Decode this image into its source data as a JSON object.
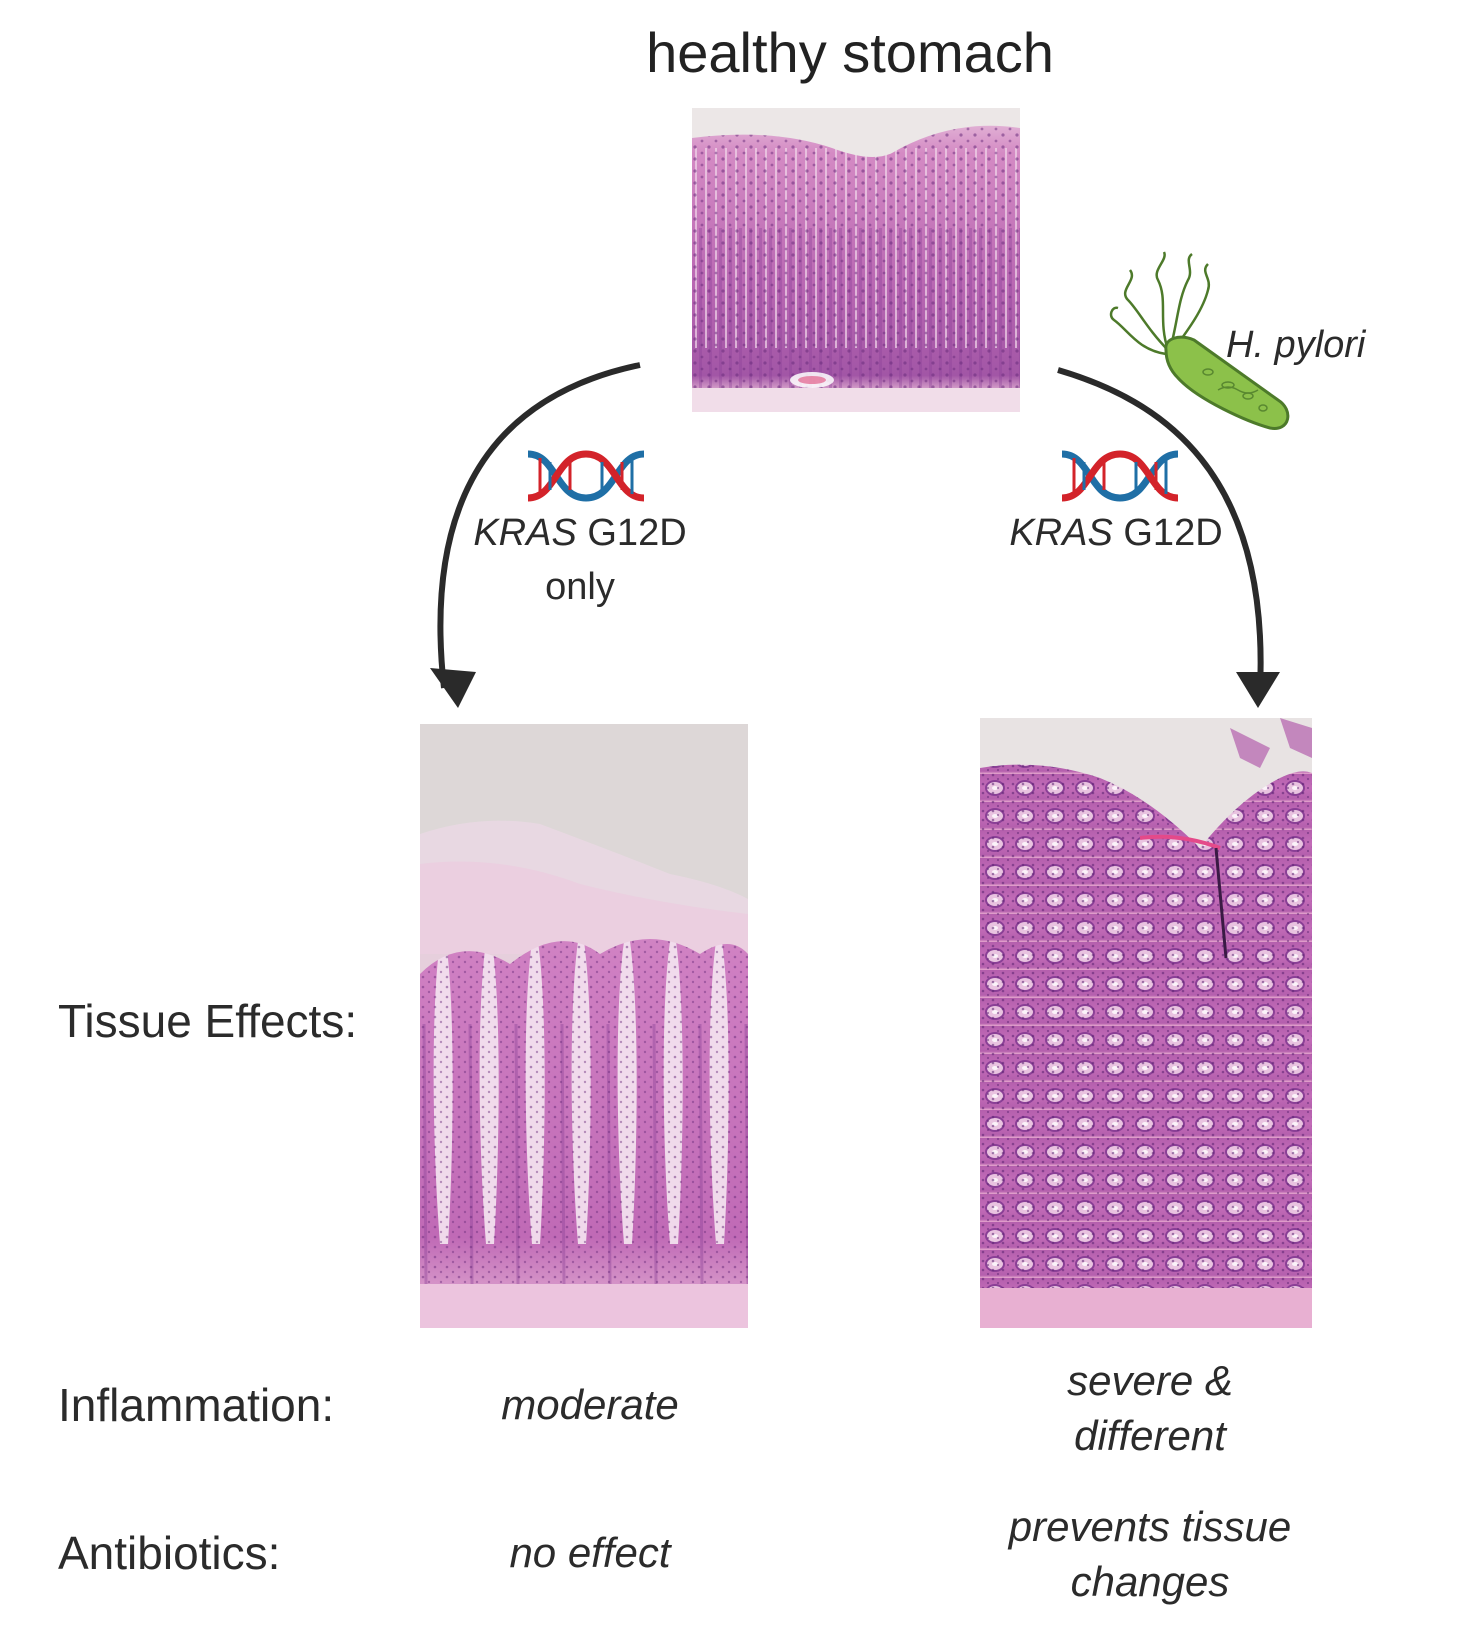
{
  "title": "healthy stomach",
  "left_branch": {
    "gene": "KRAS",
    "mutation": "G12D",
    "note": "only"
  },
  "right_branch": {
    "gene": "KRAS",
    "mutation": "G12D",
    "bacterium": "H. pylori"
  },
  "rows": {
    "tissue_label": "Tissue Effects:",
    "inflammation_label": "Inflammation:",
    "antibiotics_label": "Antibiotics:"
  },
  "values": {
    "inflammation_left": "moderate",
    "inflammation_right_1": "severe &",
    "inflammation_right_2": "different",
    "antibiotics_left": "no effect",
    "antibiotics_right_1": "prevents tissue",
    "antibiotics_right_2": "changes"
  },
  "colors": {
    "tissue_pink": "#d98bc8",
    "tissue_purple": "#9a4fa6",
    "dna_red": "#d3232a",
    "dna_blue": "#1f6fa6",
    "bacterium_green": "#8cc14a"
  }
}
